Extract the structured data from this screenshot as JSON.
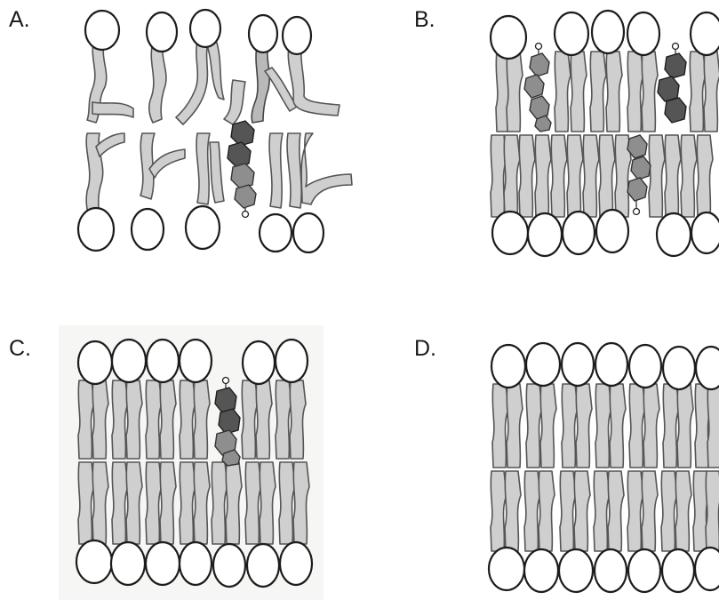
{
  "panels": [
    {
      "label": "A.",
      "description_key": "disordered",
      "shade": "#cfcfcf"
    },
    {
      "label": "B.",
      "description_key": "mixed",
      "shade": "#d4d4d4"
    },
    {
      "label": "C.",
      "description_key": "ordered-with-cholesterol",
      "shade": "#cfcfcf"
    },
    {
      "label": "D.",
      "description_key": "ordered-no-cholesterol",
      "shade": "#d6d6d6"
    }
  ]
}
